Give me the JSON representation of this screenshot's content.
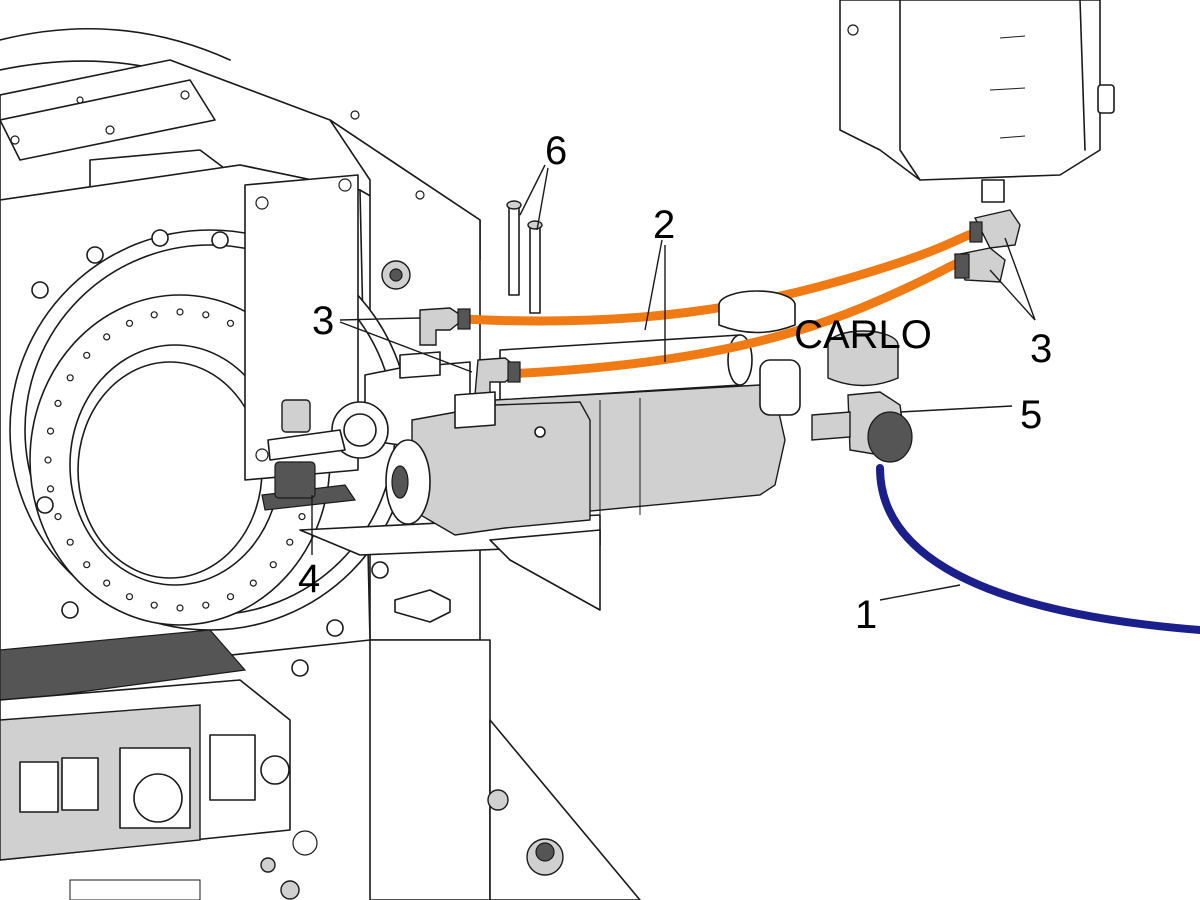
{
  "figure": {
    "callouts": {
      "c1": "1",
      "c2": "2",
      "c3_left": "3",
      "c3_right": "3",
      "c4": "4",
      "c5": "5",
      "c6": "6"
    },
    "badge_text": "CARLO"
  },
  "colors": {
    "air_line": "#1a1f8c",
    "hose_orange": "#f07a14",
    "housing_grey": "#d0d0d0",
    "fitting_dark": "#555555"
  }
}
